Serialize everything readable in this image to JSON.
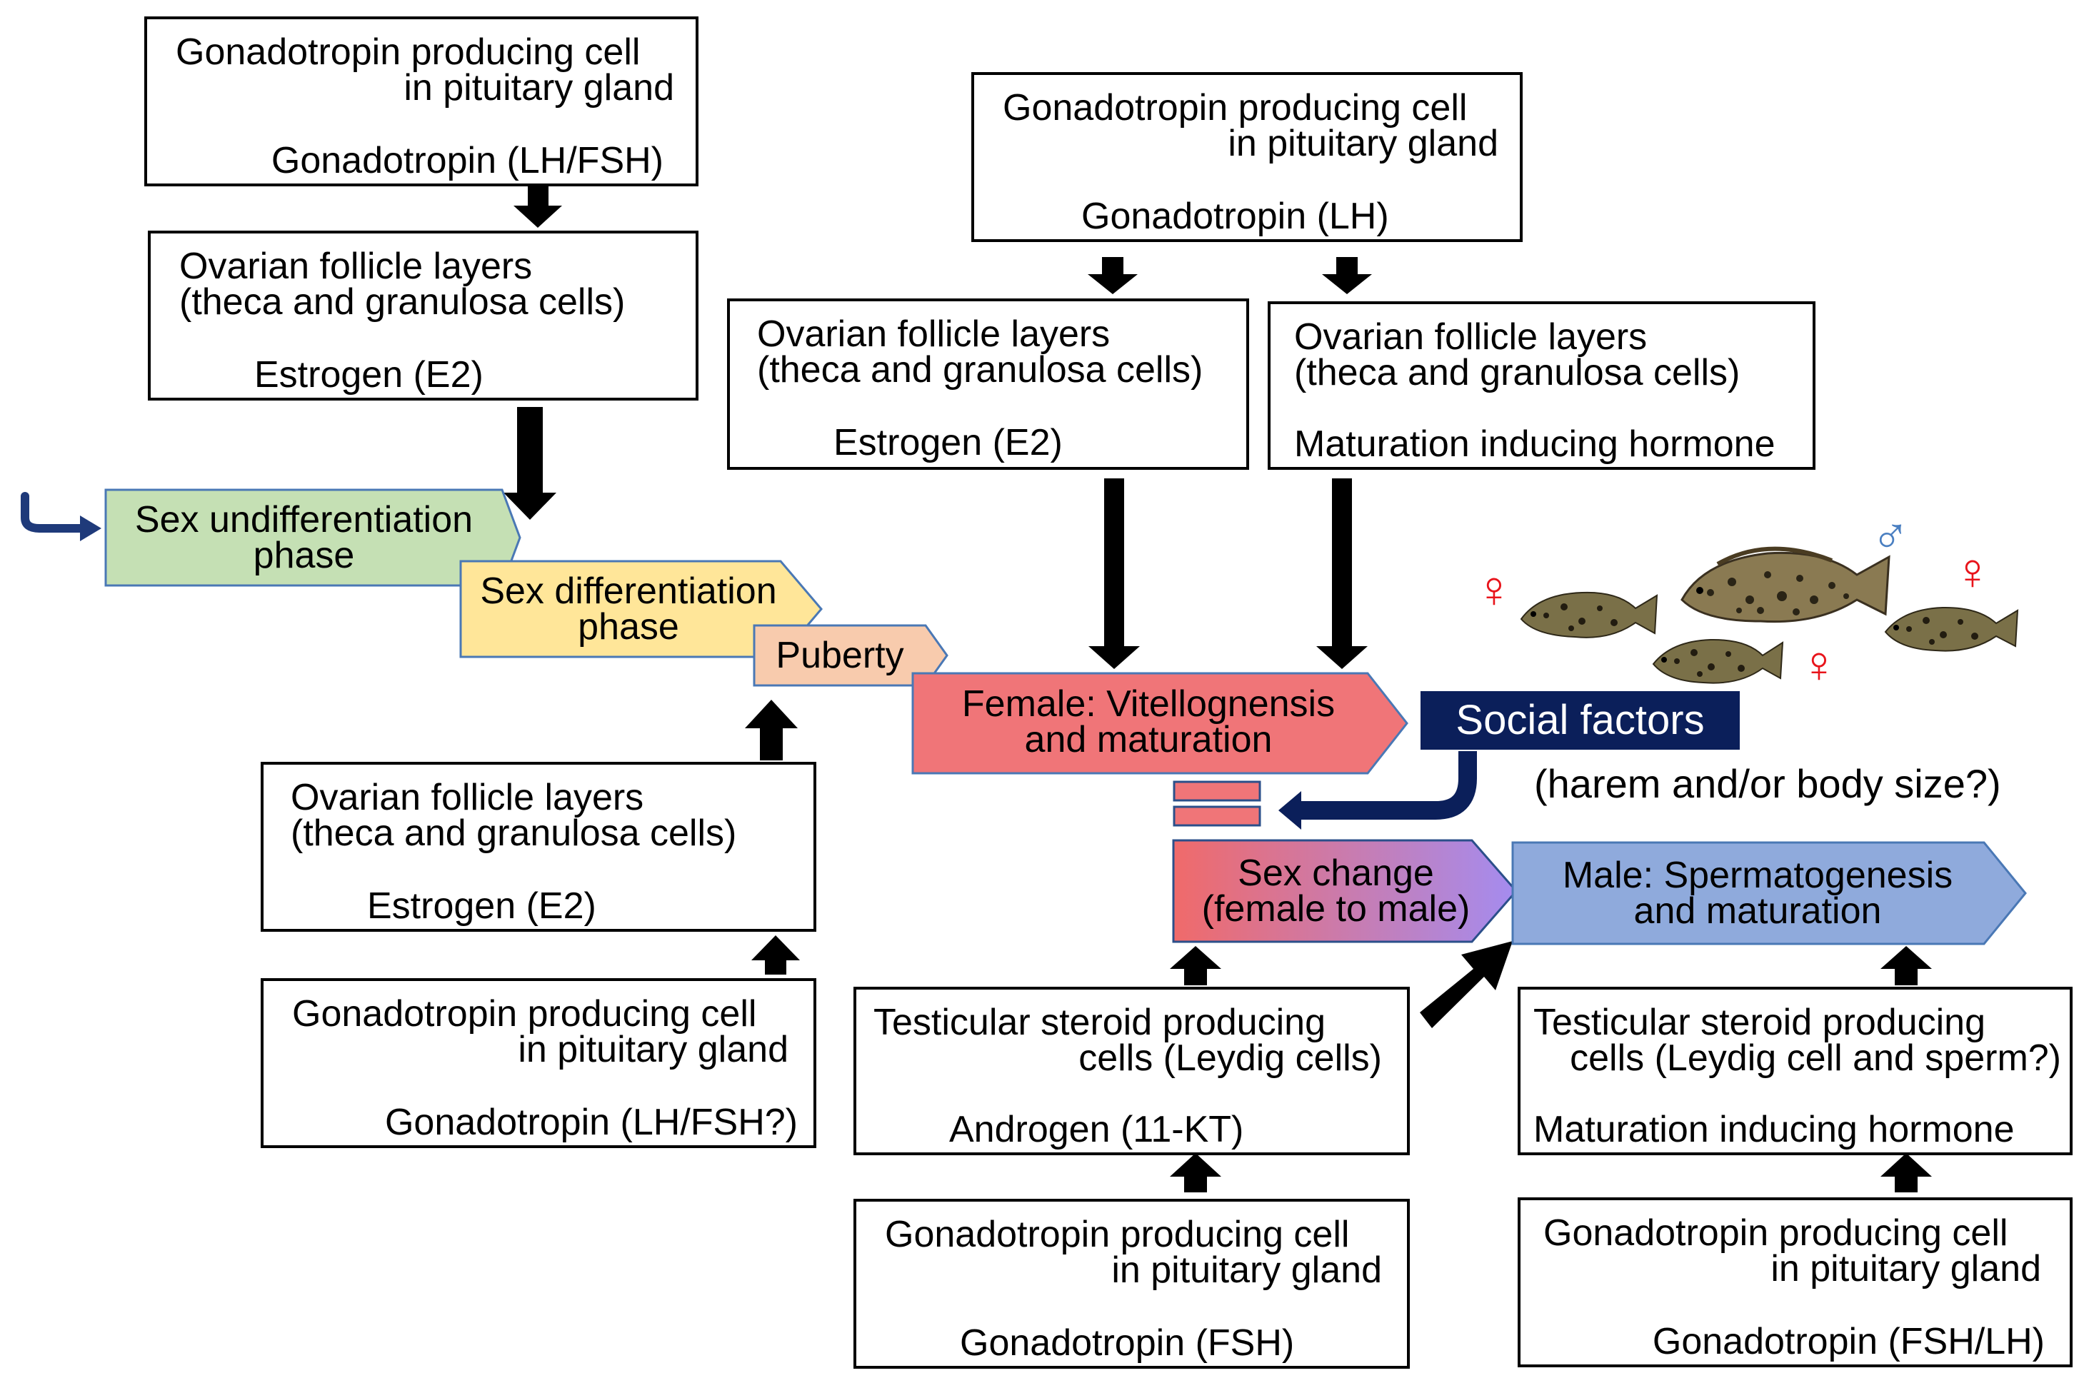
{
  "pituitary_tl": {
    "line1": "Gonadotropin producing cell",
    "line2": "in pituitary gland",
    "hormone": "Gonadotropin (LH/FSH)"
  },
  "ovary_tl": {
    "line1": "Ovarian follicle layers",
    "line2": "(theca and granulosa cells)",
    "hormone": "Estrogen (E2)"
  },
  "pituitary_tc": {
    "line1": "Gonadotropin producing cell",
    "line2": "in pituitary gland",
    "hormone": "Gonadotropin (LH)"
  },
  "ovary_e2_mid": {
    "line1": "Ovarian follicle layers",
    "line2": "(theca and granulosa cells)",
    "hormone": "Estrogen (E2)"
  },
  "ovary_mih": {
    "line1": "Ovarian follicle layers",
    "line2": "(theca and granulosa cells)",
    "hormone": "Maturation inducing hormone"
  },
  "ovary_bl": {
    "line1": "Ovarian follicle layers",
    "line2": "(theca and granulosa cells)",
    "hormone": "Estrogen (E2)"
  },
  "pituitary_bl": {
    "line1": "Gonadotropin producing cell",
    "line2": "in pituitary gland",
    "hormone": "Gonadotropin (LH/FSH?)"
  },
  "testis_bc": {
    "line1": "Testicular steroid producing",
    "line2": "cells  (Leydig cells)",
    "hormone": "Androgen (11-KT)"
  },
  "pituitary_bc": {
    "line1": "Gonadotropin producing cell",
    "line2": "in pituitary gland",
    "hormone": "Gonadotropin (FSH)"
  },
  "testis_br": {
    "line1": "Testicular steroid producing",
    "line2": "cells (Leydig cell and sperm?)",
    "hormone": "Maturation inducing hormone"
  },
  "pituitary_br": {
    "line1": "Gonadotropin producing cell",
    "line2": "in pituitary gland",
    "hormone": "Gonadotropin (FSH/LH)"
  },
  "phases": {
    "undiff": {
      "line1": "Sex undifferentiation",
      "line2": "phase",
      "color": "#c5e0b4"
    },
    "diff": {
      "line1": "Sex differentiation",
      "line2": "phase",
      "color": "#ffe699"
    },
    "puberty": {
      "label": "Puberty",
      "color": "#f8cbad"
    },
    "female": {
      "line1": "Female: Vitellognensis",
      "line2": "and maturation",
      "color": "#f07578"
    },
    "sexchange": {
      "line1": "Sex change",
      "line2": "(female to male)",
      "color_start": "#f06a6a",
      "color_end": "#a48cf0"
    },
    "male": {
      "line1": "Male: Spermatogenesis",
      "line2": "and maturation",
      "color": "#8faadc"
    }
  },
  "social": {
    "label": "Social factors",
    "note": "(harem and/or body size?)",
    "color": "#0b1f5a"
  },
  "symbols": {
    "female": "♀",
    "male": "♂",
    "female_color": "#e8141b",
    "male_color": "#4a7fc1"
  }
}
